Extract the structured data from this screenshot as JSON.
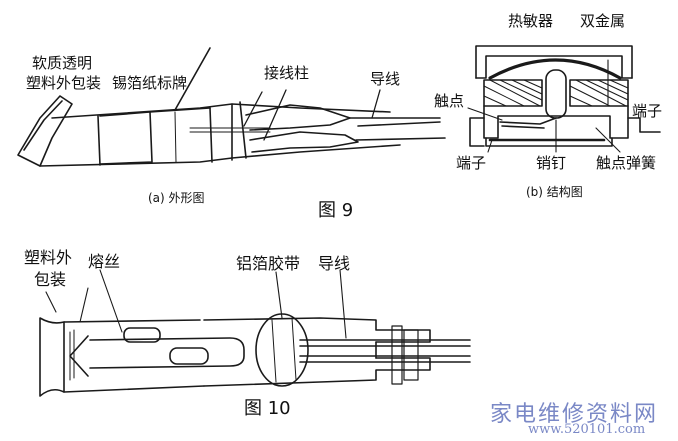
{
  "fig9": {
    "caption": "图 9",
    "panel_a": {
      "caption": "(a) 外形图",
      "label_wrapper": [
        "软质透明",
        "塑料外包装"
      ],
      "label_foil_tag": "锡箔纸标牌",
      "label_terminal_post": "接线柱",
      "label_lead": "导线"
    },
    "panel_b": {
      "caption": "(b) 结构图",
      "label_thermal": "热敏器",
      "label_bimetal": "双金属",
      "label_contact": "触点",
      "label_terminal_right": "端子",
      "label_terminal_left": "端子",
      "label_pin": "销钉",
      "label_spring": "触点弹簧"
    }
  },
  "fig10": {
    "caption": "图 10",
    "label_wrapper": [
      "塑料外",
      "包装"
    ],
    "label_fuse_wire": "熔丝",
    "label_foil_tape": "铝箔胶带",
    "label_lead": "导线"
  },
  "watermark": {
    "title": "家电维修资料网",
    "url": "www.520101.com"
  },
  "colors": {
    "ink": "#1a1a1a",
    "watermark": "#7a88c6"
  }
}
